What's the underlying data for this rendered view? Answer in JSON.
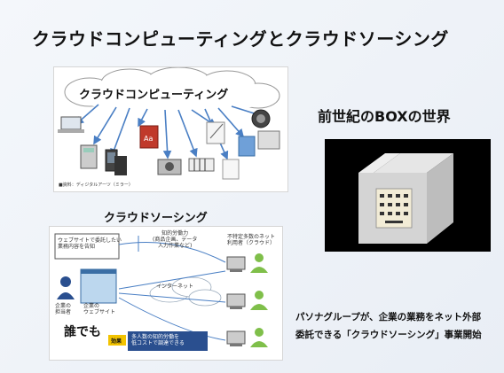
{
  "slide": {
    "title": "クラウドコンピューティングとクラウドソーシング",
    "box_title": "前世紀のBOXの世界",
    "crowdsourcing_title": "クラウドソーシング",
    "caption_line1": "パソナグループが、企業の業務をネット外部",
    "caption_line2": "委託できる「クラウドソーシング」事業開始"
  },
  "cloud_diagram": {
    "cloud_label": "クラウドコンピューティング",
    "credit": "■資料：ディジタルアーツ（ミラー）"
  },
  "crowd_diagram": {
    "note_box": "ウェブサイトで委託したい\n業務内容を告知",
    "knowledge": "知的労働力\n(商品企画、データ\n入力作業など)",
    "workers": "不特定多数のネット\n利用者（クラウド）",
    "internet": "インターネット",
    "company_person": "企業の\n担当者",
    "company_site": "企業の\nウェブサイト",
    "anyone": "誰でも",
    "effect_badge": "効果",
    "effect_text": "多人数の知的労働を\n低コストで調達できる"
  },
  "colors": {
    "arrow": "#4a7fc4",
    "cloud_fill": "#ffffff",
    "person": "#7fbf4a",
    "company_person": "#2a4f8f",
    "highlight": "#f2c300"
  }
}
